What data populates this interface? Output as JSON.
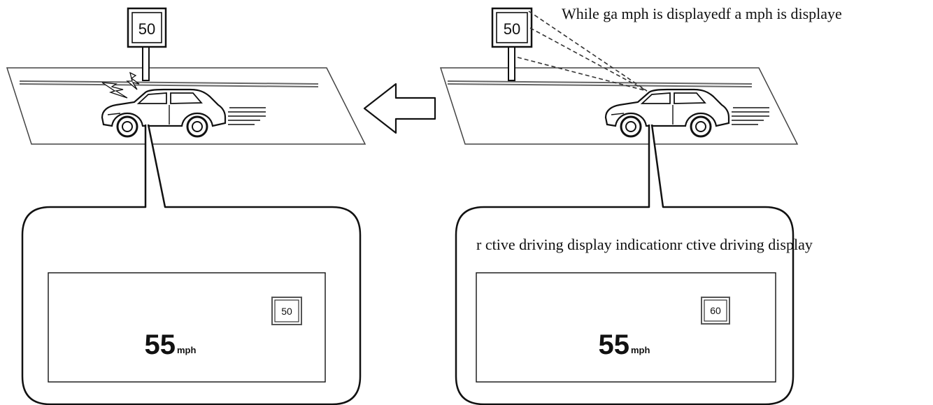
{
  "left_scene": {
    "road_sign_value": "50",
    "speed_value": "55",
    "speed_unit": "mph",
    "display_sign_value": "50"
  },
  "right_scene": {
    "road_sign_value": "50",
    "top_caption": "While ga mph is displayedf a mph is displaye",
    "bubble_caption": "r ctive driving display indicationr ctive driving display",
    "speed_value": "55",
    "speed_unit": "mph",
    "display_sign_value": "60"
  },
  "arrow": {
    "direction": "left"
  }
}
